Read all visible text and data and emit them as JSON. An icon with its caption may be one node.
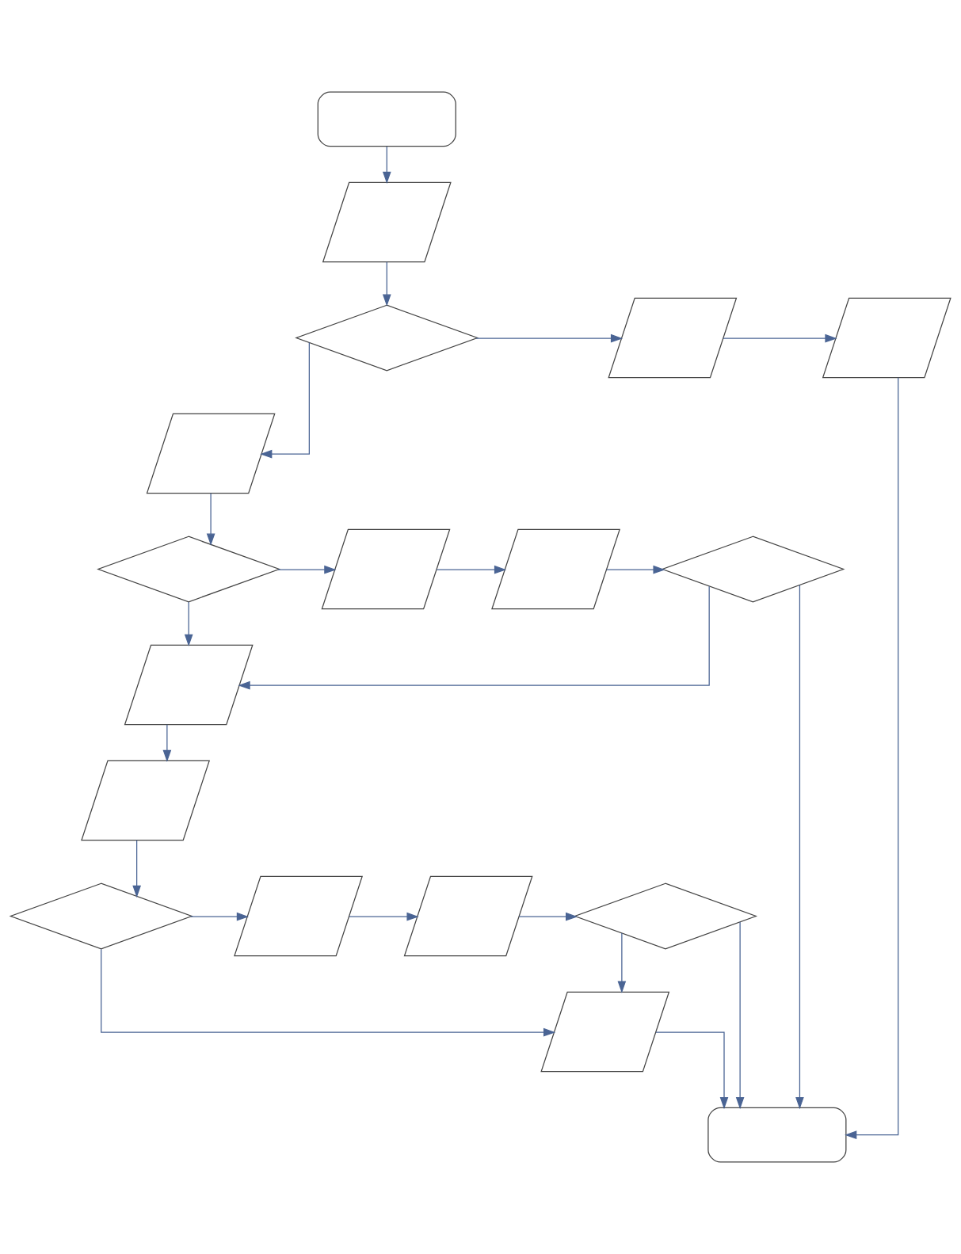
{
  "diagram": {
    "nodes": [
      {
        "text": [],
        "shape": "terminal"
      },
      {
        "text": [],
        "shape": "parallelogram"
      },
      {
        "text": [],
        "shape": "diamond"
      },
      {
        "text": [],
        "shape": "parallelogram"
      },
      {
        "text": [],
        "shape": "parallelogram"
      },
      {
        "text": [],
        "shape": "parallelogram"
      },
      {
        "text": [],
        "shape": "diamond"
      },
      {
        "text": [],
        "shape": "parallelogram"
      },
      {
        "text": [],
        "shape": "parallelogram"
      },
      {
        "text": [],
        "shape": "diamond"
      },
      {
        "text": [],
        "shape": "parallelogram"
      },
      {
        "text": [],
        "shape": "parallelogram"
      },
      {
        "text": [],
        "shape": "diamond"
      },
      {
        "text": [],
        "shape": "parallelogram"
      },
      {
        "text": [],
        "shape": "parallelogram"
      },
      {
        "text": [],
        "shape": "diamond"
      },
      {
        "text": [],
        "shape": "parallelogram"
      },
      {
        "text": [],
        "shape": "terminal"
      }
    ],
    "edges": [
      {
        "from": 0,
        "to": 1,
        "arrow": "to"
      },
      {
        "from": 1,
        "to": 2,
        "arrow": "to"
      },
      {
        "from": 2,
        "to": 3,
        "arrow": "to"
      },
      {
        "from": 3,
        "to": 4,
        "arrow": "to"
      },
      {
        "from": 4,
        "to": 17,
        "arrow": "to"
      },
      {
        "from": 2,
        "to": 5,
        "arrow": "to"
      },
      {
        "from": 5,
        "to": 6,
        "arrow": "to"
      },
      {
        "from": 6,
        "to": 7,
        "arrow": "to"
      },
      {
        "from": 7,
        "to": 8,
        "arrow": "to"
      },
      {
        "from": 8,
        "to": 9,
        "arrow": "to"
      },
      {
        "from": 9,
        "to": 17,
        "arrow": "to"
      },
      {
        "from": 9,
        "to": 10,
        "arrow": "to"
      },
      {
        "from": 6,
        "to": 10,
        "arrow": "to"
      },
      {
        "from": 10,
        "to": 11,
        "arrow": "to"
      },
      {
        "from": 11,
        "to": 12,
        "arrow": "to"
      },
      {
        "from": 12,
        "to": 13,
        "arrow": "to"
      },
      {
        "from": 13,
        "to": 14,
        "arrow": "to"
      },
      {
        "from": 14,
        "to": 15,
        "arrow": "to"
      },
      {
        "from": 15,
        "to": 17,
        "arrow": "to"
      },
      {
        "from": 15,
        "to": 16,
        "arrow": "to"
      },
      {
        "from": 12,
        "to": 16,
        "arrow": "to"
      },
      {
        "from": 16,
        "to": 17,
        "arrow": "to"
      }
    ]
  }
}
